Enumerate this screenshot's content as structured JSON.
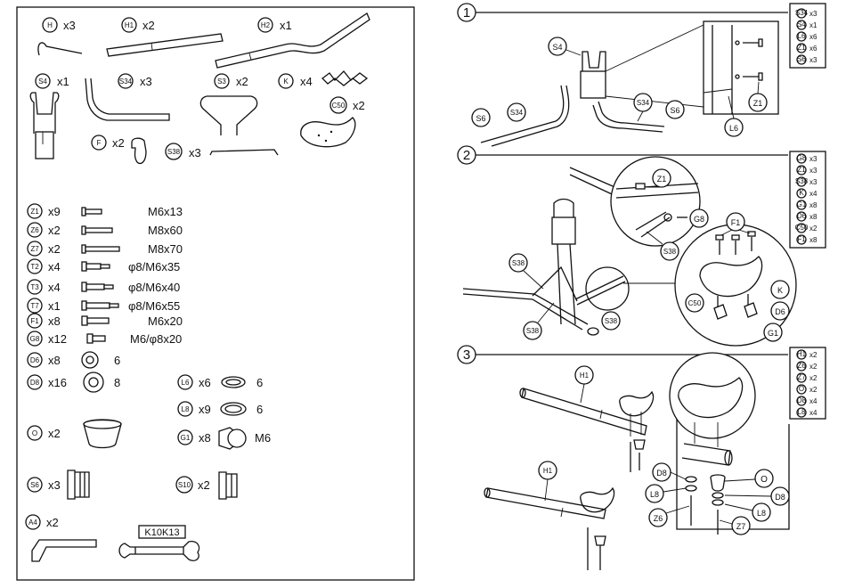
{
  "parts": [
    {
      "code": "H",
      "count": "x3"
    },
    {
      "code": "H1",
      "count": "x2"
    },
    {
      "code": "H2",
      "count": "x1"
    },
    {
      "code": "S4",
      "count": "x1"
    },
    {
      "code": "S34",
      "count": "x3"
    },
    {
      "code": "S3",
      "count": "x2"
    },
    {
      "code": "K",
      "count": "x4"
    },
    {
      "code": "C50",
      "count": "x2"
    },
    {
      "code": "F",
      "count": "x2"
    },
    {
      "code": "S38",
      "count": "x3"
    }
  ],
  "hardware": [
    {
      "code": "Z1",
      "count": "x9",
      "size": "M6x13"
    },
    {
      "code": "Z6",
      "count": "x2",
      "size": "M8x60"
    },
    {
      "code": "Z7",
      "count": "x2",
      "size": "M8x70"
    },
    {
      "code": "T2",
      "count": "x4",
      "size": "φ8/M6x35"
    },
    {
      "code": "T3",
      "count": "x4",
      "size": "φ8/M6x40"
    },
    {
      "code": "T7",
      "count": "x1",
      "size": "φ8/M6x55"
    },
    {
      "code": "F1",
      "count": "x8",
      "size": "M6x20"
    },
    {
      "code": "G8",
      "count": "x12",
      "size": "M6/φ8x20"
    },
    {
      "code": "D6",
      "count": "x8",
      "size": "6"
    },
    {
      "code": "D8",
      "count": "x16",
      "size": "8"
    },
    {
      "code": "L6",
      "count": "x6",
      "size": "6"
    },
    {
      "code": "L8",
      "count": "x9",
      "size": "6"
    },
    {
      "code": "O",
      "count": "x2",
      "size": ""
    },
    {
      "code": "G1",
      "count": "x8",
      "size": "M6"
    },
    {
      "code": "S6",
      "count": "x3",
      "size": ""
    },
    {
      "code": "S10",
      "count": "x2",
      "size": ""
    },
    {
      "code": "A4",
      "count": "x2",
      "size": ""
    }
  ],
  "wrench": {
    "label": "K10K13"
  },
  "steps": [
    {
      "number": "1",
      "table": [
        {
          "code": "S34",
          "count": "x3"
        },
        {
          "code": "S4",
          "count": "x1"
        },
        {
          "code": "L6",
          "count": "x6"
        },
        {
          "code": "Z1",
          "count": "x6"
        },
        {
          "code": "S6",
          "count": "x3"
        }
      ],
      "callouts": [
        "S4",
        "S34",
        "S6",
        "S34",
        "S6",
        "Z1",
        "L6"
      ]
    },
    {
      "number": "2",
      "table": [
        {
          "code": "G8",
          "count": "x3"
        },
        {
          "code": "Z1",
          "count": "x3"
        },
        {
          "code": "S38",
          "count": "x3"
        },
        {
          "code": "K",
          "count": "x4"
        },
        {
          "code": "G1",
          "count": "x8"
        },
        {
          "code": "D6",
          "count": "x8"
        },
        {
          "code": "C50",
          "count": "x2"
        },
        {
          "code": "F1",
          "count": "x8"
        }
      ],
      "callouts": [
        "Z1",
        "G8",
        "S38",
        "S38",
        "S38",
        "S38",
        "F1",
        "K",
        "C50",
        "D6",
        "G1"
      ]
    },
    {
      "number": "3",
      "table": [
        {
          "code": "H1",
          "count": "x2"
        },
        {
          "code": "Z6",
          "count": "x2"
        },
        {
          "code": "Z7",
          "count": "x2"
        },
        {
          "code": "O",
          "count": "x2"
        },
        {
          "code": "D8",
          "count": "x4"
        },
        {
          "code": "L8",
          "count": "x4"
        }
      ],
      "callouts": [
        "H1",
        "H1",
        "D8",
        "L8",
        "Z6",
        "O",
        "D8",
        "L8",
        "Z7"
      ]
    }
  ]
}
